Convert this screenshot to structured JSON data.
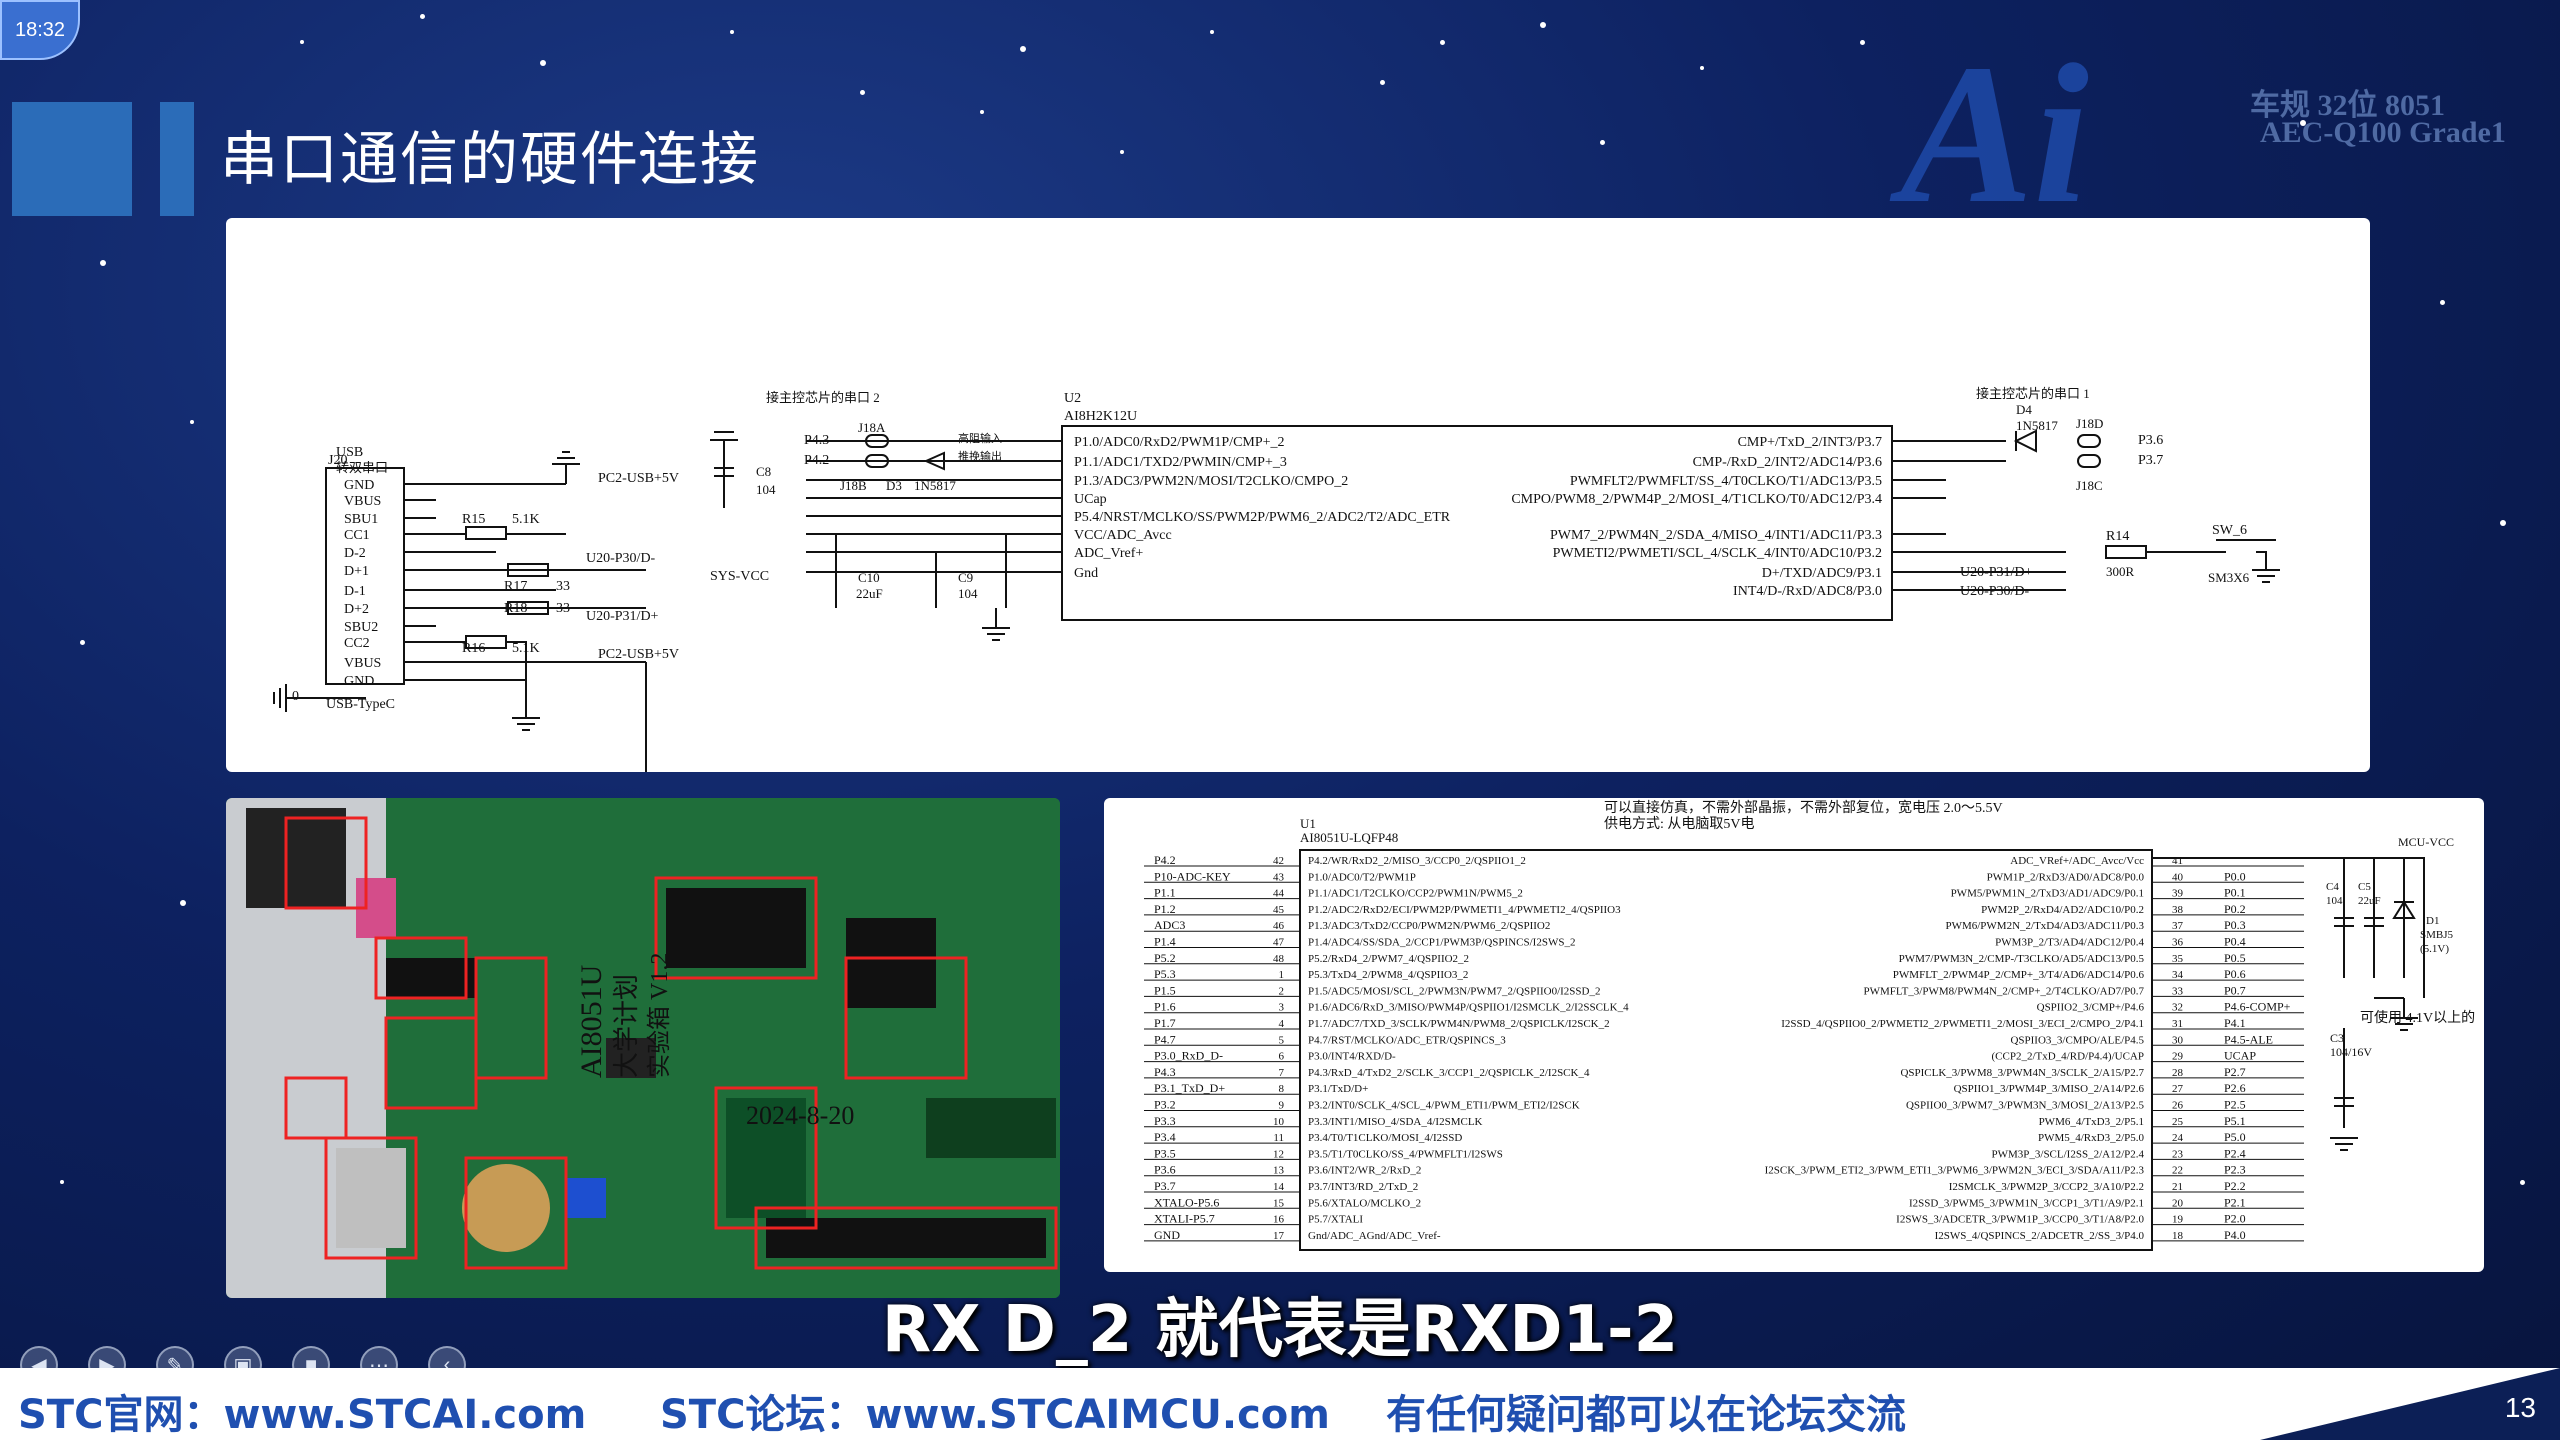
{
  "clock": "18:32",
  "slide": {
    "title": "串口通信的硬件连接",
    "logo": {
      "text": "Ai",
      "line1": "车规 32位 8051",
      "line2": "AEC-Q100 Grade1"
    },
    "subtitle": "RX D_2 就代表是RXD1-2",
    "page_number": "13"
  },
  "footer": {
    "site": "STC官网：www.STCAI.com",
    "forum": "STC论坛：www.STCAIMCU.com",
    "note": "有任何疑问都可以在论坛交流"
  },
  "schematic_top": {
    "usb_title": "USB",
    "usb_sub": "转双串口",
    "usb_ref": "J20",
    "usb_pins": [
      "GND",
      "VBUS",
      "SBU1",
      "CC1",
      "D-2",
      "D+1",
      "D-1",
      "D+2",
      "SBU2",
      "CC2",
      "VBUS",
      "GND"
    ],
    "usb_part": "USB-TypeC",
    "r15": "R15",
    "r15v": "5.1K",
    "r17": "R17",
    "r17v": "33",
    "r18": "R18",
    "r18v": "33",
    "r16": "R16",
    "r16v": "5.1K",
    "net_pc2a": "PC2-USB+5V",
    "net_pc2b": "PC2-USB+5V",
    "net_u20p30": "U20-P30/D-",
    "net_u20p31": "U20-P31/D+",
    "gnd0": "0",
    "note2": "接主控芯片的串口 2",
    "j18a": "J18A",
    "j18b": "J18B",
    "d3": "D3",
    "in5817a": "1N5817",
    "p43": "P4.3",
    "p42": "P4.2",
    "hi_in": "高阻输入",
    "push_out": "推挽输出",
    "c8": "C8",
    "c8v": "104",
    "sysvcc": "SYS-VCC",
    "c10": "C10",
    "c10v": "22uF",
    "c9": "C9",
    "c9v": "104",
    "u2": "U2",
    "u2part": "AI8H2K12U",
    "u2_left": [
      "P1.0/ADC0/RxD2/PWM1P/CMP+_2",
      "P1.1/ADC1/TXD2/PWMIN/CMP+_3",
      "P1.3/ADC3/PWM2N/MOSI/T2CLKO/CMPO_2",
      "UCap",
      "P5.4/NRST/MCLKO/SS/PWM2P/PWM6_2/ADC2/T2/ADC_ETR",
      "VCC/ADC_Avcc",
      "ADC_Vref+",
      "Gnd"
    ],
    "u2_right": [
      "CMP+/TxD_2/INT3/P3.7",
      "CMP-/RxD_2/INT2/ADC14/P3.6",
      "PWMFLT2/PWMFLT/SS_4/T0CLKO/T1/ADC13/P3.5",
      "CMPO/PWM8_2/PWM4P_2/MOSI_4/T1CLKO/T0/ADC12/P3.4",
      "PWM7_2/PWM4N_2/SDA_4/MISO_4/INT1/ADC11/P3.3",
      "PWMETI2/PWMETI/SCL_4/SCLK_4/INT0/ADC10/P3.2",
      "D+/TXD/ADC9/P3.1",
      "INT4/D-/RxD/ADC8/P3.0"
    ],
    "note1": "接主控芯片的串口 1",
    "d4": "D4",
    "in5817b": "1N5817",
    "j18d": "J18D",
    "j18c": "J18C",
    "p36": "P3.6",
    "p37": "P3.7",
    "r14": "R14",
    "r14v": "300R",
    "sw6": "SW_6",
    "sw6part": "SM3X6",
    "net_u20p31b": "U20-P31/D+",
    "net_u20p30b": "U20-P30/D-"
  },
  "photo": {
    "board_label": "AI8051U",
    "board_label2": "大学计划",
    "board_label3": "实验箱 V1.2",
    "date": "2024-8-20"
  },
  "schematic_bottom": {
    "note": "可以直接仿真，不需外部晶振，不需外部复位，宽电压 2.0～5.5V",
    "note2": "供电方式: 从电脑取5V电",
    "u1": "U1",
    "u1part": "AI8051U-LQFP48",
    "mcuvcc": "MCU-VCC",
    "left_nets": [
      "P4.2",
      "P10-ADC-KEY",
      "P1.1",
      "P1.2",
      "ADC3",
      "P1.4",
      "P5.2",
      "P5.3",
      "P1.5",
      "P1.6",
      "P1.7",
      "P4.7",
      "P3.0_RxD_D-",
      "P4.3",
      "P3.1_TxD_D+",
      "P3.2",
      "P3.3",
      "P3.4",
      "P3.5",
      "P3.6",
      "P3.7",
      "XTALO-P5.6",
      "XTALI-P5.7",
      "GND"
    ],
    "left_pins": [
      "42",
      "43",
      "44",
      "45",
      "46",
      "47",
      "48",
      "1",
      "2",
      "3",
      "4",
      "5",
      "6",
      "7",
      "8",
      "9",
      "10",
      "11",
      "12",
      "13",
      "14",
      "15",
      "16",
      "17"
    ],
    "left_funcs": [
      "P4.2/WR/RxD2_2/MISO_3/CCP0_2/QSPIIO1_2",
      "P1.0/ADC0/T2/PWM1P",
      "P1.1/ADC1/T2CLKO/CCP2/PWM1N/PWM5_2",
      "P1.2/ADC2/RxD2/ECI/PWM2P/PWMETI1_4/PWMETI2_4/QSPIIO3",
      "P1.3/ADC3/TxD2/CCP0/PWM2N/PWM6_2/QSPIIO2",
      "P1.4/ADC4/SS/SDA_2/CCP1/PWM3P/QSPINCS/I2SWS_2",
      "P5.2/RxD4_2/PWM7_4/QSPIIO2_2",
      "P5.3/TxD4_2/PWM8_4/QSPIIO3_2",
      "P1.5/ADC5/MOSI/SCL_2/PWM3N/PWM7_2/QSPIIO0/I2SSD_2",
      "P1.6/ADC6/RxD_3/MISO/PWM4P/QSPIIO1/I2SMCLK_2/I2SSCLK_4",
      "P1.7/ADC7/TXD_3/SCLK/PWM4N/PWM8_2/QSPICLK/I2SCK_2",
      "P4.7/RST/MCLKO/ADC_ETR/QSPINCS_3",
      "P3.0/INT4/RXD/D-",
      "P4.3/RxD_4/TxD2_2/SCLK_3/CCP1_2/QSPICLK_2/I2SCK_4",
      "P3.1/TxD/D+",
      "P3.2/INT0/SCLK_4/SCL_4/PWM_ETI1/PWM_ETI2/I2SCK",
      "P3.3/INT1/MISO_4/SDA_4/I2SMCLK",
      "P3.4/T0/T1CLKO/MOSI_4/I2SSD",
      "P3.5/T1/T0CLKO/SS_4/PWMFLT1/I2SWS",
      "P3.6/INT2/WR_2/RxD_2",
      "P3.7/INT3/RD_2/TxD_2",
      "P5.6/XTALO/MCLKO_2",
      "P5.7/XTALI",
      "Gnd/ADC_AGnd/ADC_Vref-"
    ],
    "right_funcs": [
      "ADC_VRef+/ADC_Avcc/Vcc",
      "PWM1P_2/RxD3/AD0/ADC8/P0.0",
      "PWM5/PWM1N_2/TxD3/AD1/ADC9/P0.1",
      "PWM2P_2/RxD4/AD2/ADC10/P0.2",
      "PWM6/PWM2N_2/TxD4/AD3/ADC11/P0.3",
      "PWM3P_2/T3/AD4/ADC12/P0.4",
      "PWM7/PWM3N_2/CMP-/T3CLKO/AD5/ADC13/P0.5",
      "PWMFLT_2/PWM4P_2/CMP+_3/T4/AD6/ADC14/P0.6",
      "PWMFLT_3/PWM8/PWM4N_2/CMP+_2/T4CLKO/AD7/P0.7",
      "QSPIIO2_3/CMP+/P4.6",
      "I2SSD_4/QSPIIO0_2/PWMETI2_2/PWMETI1_2/MOSI_3/ECI_2/CMPO_2/P4.1",
      "QSPIIO3_3/CMPO/ALE/P4.5",
      "(CCP2_2/TxD_4/RD/P4.4)/UCAP",
      "QSPICLK_3/PWM8_3/PWM4N_3/SCLK_2/A15/P2.7",
      "QSPIIO1_3/PWM4P_3/MISO_2/A14/P2.6",
      "QSPIIO0_3/PWM7_3/PWM3N_3/MOSI_2/A13/P2.5",
      "PWM6_4/TxD3_2/P5.1",
      "PWM5_4/RxD3_2/P5.0",
      "PWM3P_3/SCL/I2SS_2/A12/P2.4",
      "I2SCK_3/PWM_ETI2_3/PWM_ETI1_3/PWM6_3/PWM2N_3/ECI_3/SDA/A11/P2.3",
      "I2SMCLK_3/PWM2P_3/CCP2_3/A10/P2.2",
      "I2SSD_3/PWM5_3/PWM1N_3/CCP1_3/T1/A9/P2.1",
      "I2SWS_3/ADCETR_3/PWM1P_3/CCP0_3/T1/A8/P2.0",
      "I2SWS_4/QSPINCS_2/ADCETR_2/SS_3/P4.0"
    ],
    "right_pins": [
      "41",
      "40",
      "39",
      "38",
      "37",
      "36",
      "35",
      "34",
      "33",
      "32",
      "31",
      "30",
      "29",
      "28",
      "27",
      "26",
      "25",
      "24",
      "23",
      "22",
      "21",
      "20",
      "19",
      "18"
    ],
    "right_nets": [
      "",
      "P0.0",
      "P0.1",
      "P0.2",
      "P0.3",
      "P0.4",
      "P0.5",
      "P0.6",
      "P0.7",
      "P4.6-COMP+",
      "P4.1",
      "P4.5-ALE",
      "UCAP",
      "P2.7",
      "P2.6",
      "P2.5",
      "P5.1",
      "P5.0",
      "P2.4",
      "P2.3",
      "P2.2",
      "P2.1",
      "P2.0",
      "P4.0"
    ],
    "c4": "C4",
    "c4v": "104",
    "c5": "C5",
    "c5v": "22uF",
    "d1": "D1",
    "d1part": "SMBJ5",
    "d1v": "(5.1V)",
    "c3": "C3",
    "c3v": "104/16V",
    "note_right": "可使用 4.1V以上的"
  },
  "controls": [
    "prev",
    "next",
    "pen",
    "screen",
    "camera",
    "more",
    "back"
  ]
}
